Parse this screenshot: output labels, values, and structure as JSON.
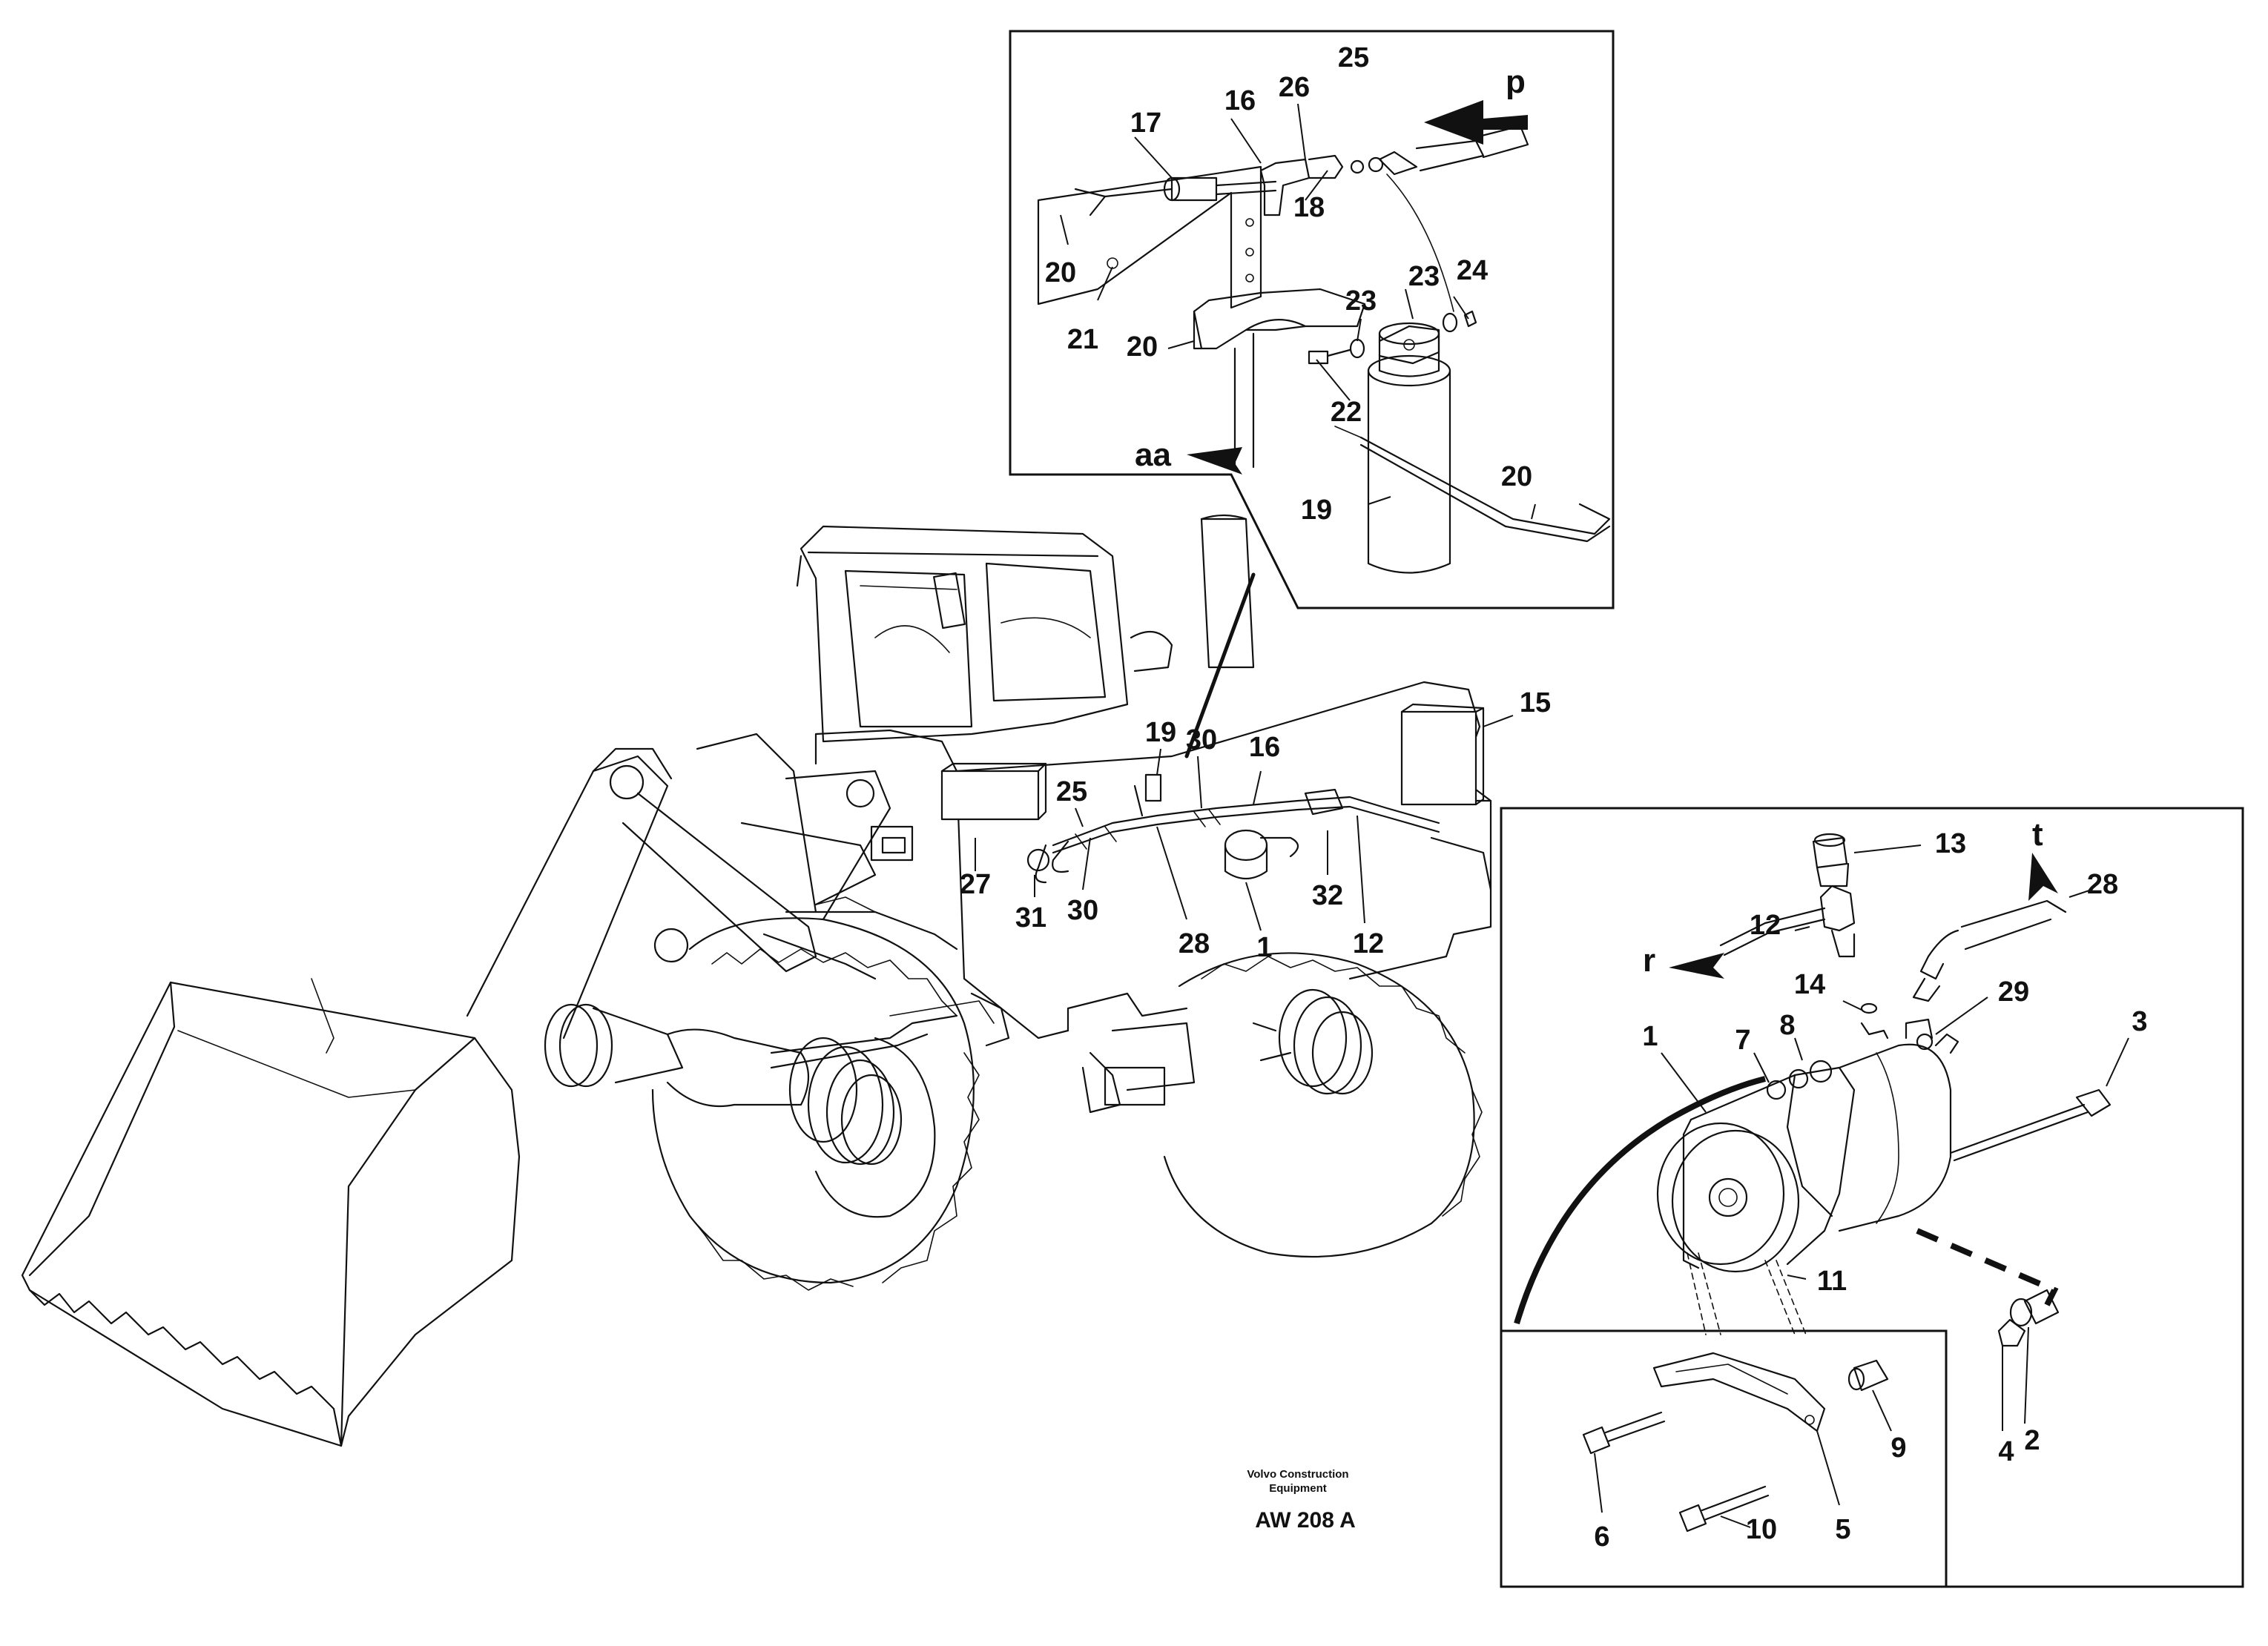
{
  "diagram": {
    "caption_line1": "Volvo Construction",
    "caption_line2": "Equipment",
    "code": "AW 208 A",
    "view_letters": {
      "p": "p",
      "aa": "aa",
      "r": "r",
      "t": "t"
    },
    "callouts": {
      "inset_top": {
        "n25": "25",
        "n16": "16",
        "n26": "26",
        "n17": "17",
        "n18": "18",
        "n20a": "20",
        "n21": "21",
        "n20b": "20",
        "n23a": "23",
        "n24": "24",
        "n23b": "23",
        "n22": "22",
        "n20c": "20",
        "n19": "19"
      },
      "machine": {
        "n19": "19",
        "n30a": "30",
        "n16": "16",
        "n15": "15",
        "n25": "25",
        "n27": "27",
        "n31": "31",
        "n30b": "30",
        "n28": "28",
        "n1": "1",
        "n32": "32",
        "n12": "12"
      },
      "inset_right": {
        "n13": "13",
        "n28": "28",
        "n12": "12",
        "n14": "14",
        "n29": "29",
        "n8": "8",
        "n7": "7",
        "n1": "1",
        "n3": "3",
        "n11": "11",
        "n4": "4",
        "n2": "2"
      },
      "inset_bottom": {
        "n9": "9",
        "n6": "6",
        "n10": "10",
        "n5": "5"
      }
    }
  }
}
